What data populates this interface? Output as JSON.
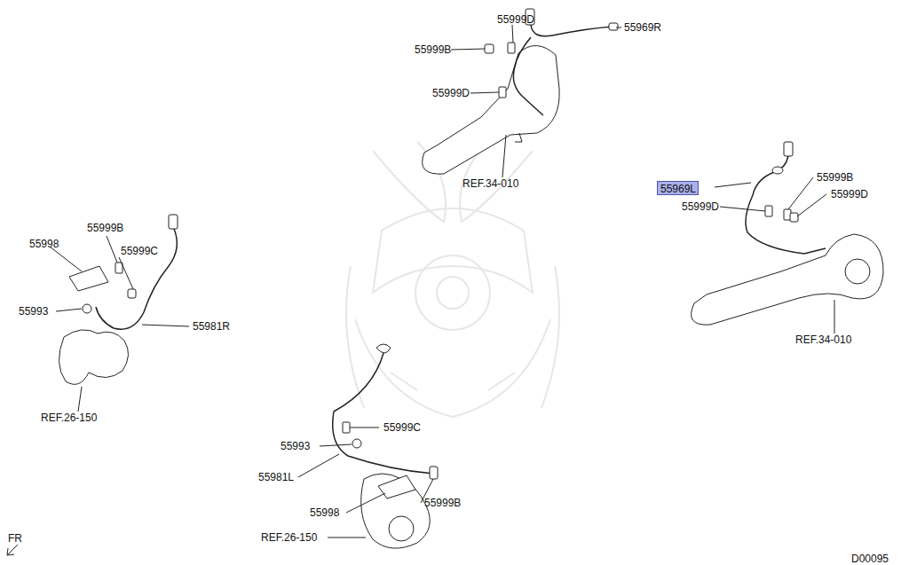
{
  "diagram": {
    "nodes": [
      {
        "text": [
          "55969L"
        ]
      }
    ],
    "edges": [],
    "labels": [
      "55999D",
      "55999B",
      "55969R",
      "55999D",
      "REF.34-010",
      "55999D",
      "55999B",
      "55999D",
      "REF.34-010",
      "55999B",
      "55998",
      "55999C",
      "55993",
      "55981R",
      "REF.26-150",
      "55999C",
      "55993",
      "55981L",
      "55998",
      "55999B",
      "REF.26-150",
      "FR",
      "D00095"
    ]
  }
}
